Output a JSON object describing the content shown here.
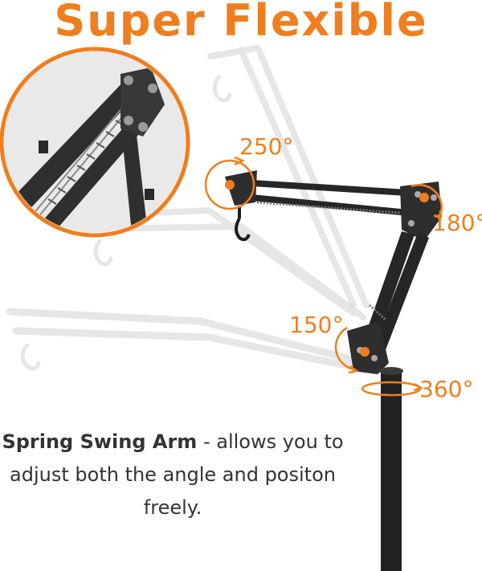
{
  "headline": "Super Flexible",
  "angles": {
    "a250": "250°",
    "a180": "180°",
    "a150": "150°",
    "a360": "360°"
  },
  "caption": {
    "bold": "Spring Swing Arm",
    "rest": " - allows you to adjust both the angle and positon freely."
  },
  "colors": {
    "accent": "#f07e1e",
    "arm": "#2a2a2a",
    "ghost": "#d9d9d9",
    "text": "#333333"
  }
}
